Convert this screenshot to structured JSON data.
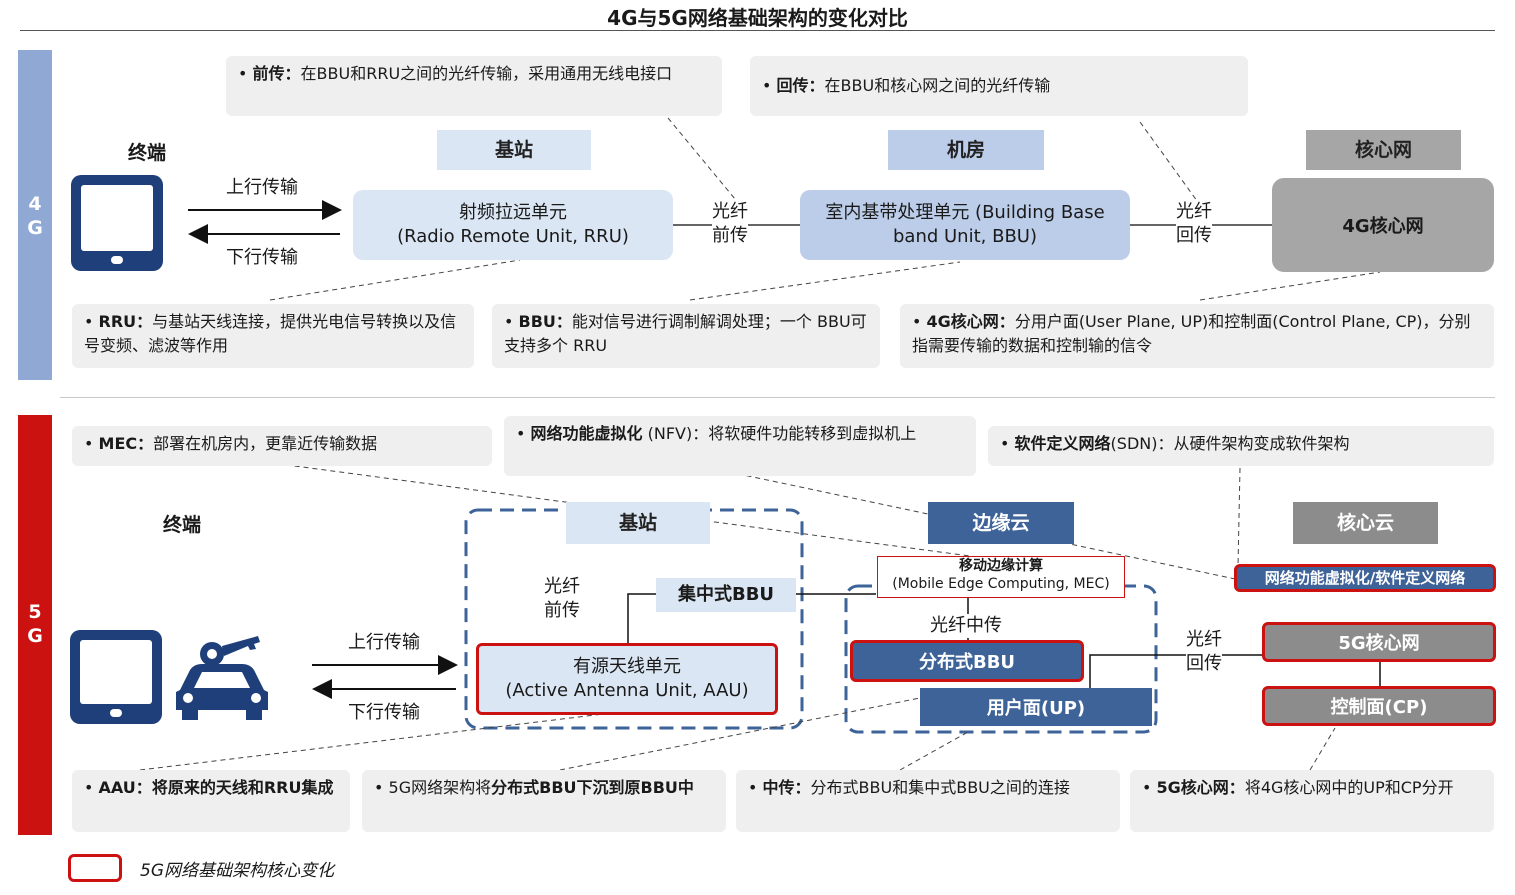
{
  "title": "4G与5G网络基础架构的变化对比",
  "band_4g": "4\nG",
  "band_5g": "5\nG",
  "g4": {
    "note_fronthaul": {
      "key": "前传：",
      "text": "在BBU和RRU之间的光纤传输，采用通用无线电接口"
    },
    "note_backhaul": {
      "key": "回传：",
      "text": "在BBU和核心网之间的光纤传输"
    },
    "terminal_label": "终端",
    "station_header": "基站",
    "room_header": "机房",
    "core_header": "核心网",
    "uplink": "上行传输",
    "downlink": "下行传输",
    "rru_line1": "射频拉远单元",
    "rru_line2": "(Radio Remote Unit, RRU)",
    "fiber_front_1": "光纤",
    "fiber_front_2": "前传",
    "bbu_line1": "室内基带处理单元 (Building Base",
    "bbu_line2": "band Unit, BBU)",
    "fiber_back_1": "光纤",
    "fiber_back_2": "回传",
    "core_box": "4G核心网",
    "note_rru": {
      "key": "RRU：",
      "text": "与基站天线连接，提供光电信号转换以及信号变频、滤波等作用"
    },
    "note_bbu": {
      "key": "BBU：",
      "text": "能对信号进行调制解调处理；一个 BBU可支持多个 RRU"
    },
    "note_core": {
      "key": "4G核心网：",
      "text": "分用户面(User Plane, UP)和控制面(Control Plane, CP)，分别指需要传输的数据和控制输的信令"
    }
  },
  "g5": {
    "note_mec": {
      "key": "MEC：",
      "text": "部署在机房内，更靠近传输数据"
    },
    "note_nfv": {
      "key": "网络功能虚拟化",
      "text": " (NFV)：将软硬件功能转移到虚拟机上"
    },
    "note_sdn": {
      "key": "软件定义网络",
      "text": "(SDN)：从硬件架构变成软件架构"
    },
    "terminal_label": "终端",
    "station_header": "基站",
    "edge_header": "边缘云",
    "core_header": "核心云",
    "fiber_front_1": "光纤",
    "fiber_front_2": "前传",
    "cu_bbu": "集中式BBU",
    "mec_line1": "移动边缘计算",
    "mec_line2": "(Mobile Edge Computing, MEC)",
    "nfv_sdn_box": "网络功能虚拟化/软件定义网络",
    "uplink": "上行传输",
    "downlink": "下行传输",
    "aau_line1": "有源天线单元",
    "aau_line2": "(Active Antenna Unit, AAU)",
    "fiber_mid": "光纤中传",
    "du_bbu": "分布式BBU",
    "up": "用户面(UP)",
    "fiber_back_1": "光纤",
    "fiber_back_2": "回传",
    "core5g": "5G核心网",
    "cp": "控制面(CP)",
    "note_aau": {
      "key": "AAU：",
      "text": "将原来的天线和RRU集成"
    },
    "note_arch": {
      "pre": "5G网络架构将",
      "key": "分布式BBU下沉到原BBU中",
      "text": ""
    },
    "note_mid": {
      "key": "中传：",
      "text": "分布式BBU和集中式BBU之间的连接"
    },
    "note_core": {
      "key": "5G核心网：",
      "text": "将4G核心网中的UP和CP分开"
    }
  },
  "legend": "5G网络基础架构核心变化",
  "colors": {
    "band_4g": "#8fa9d4",
    "band_5g": "#cc1111",
    "accent_red": "#cc1111",
    "dark_blue": "#3e6399",
    "terminal": "#1f3f7a"
  }
}
